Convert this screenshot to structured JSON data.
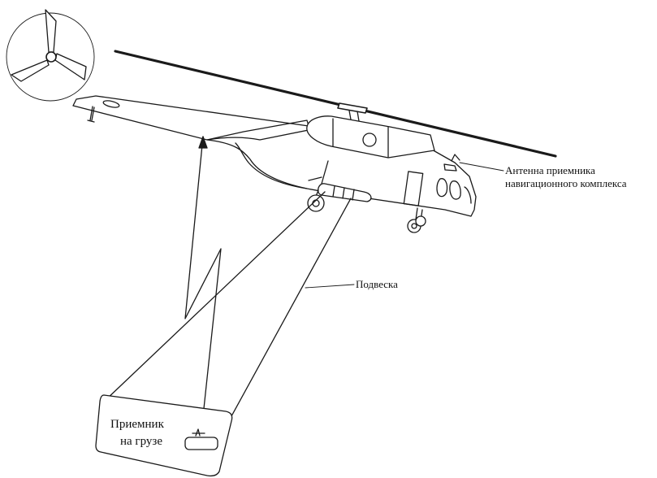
{
  "labels": {
    "antenna_line1": "Антенна приемника",
    "antenna_line2": "навигационного комплекса",
    "sling": "Подвеска",
    "receiver_line1": "Приемник",
    "receiver_line2": "на грузе"
  },
  "colors": {
    "stroke": "#1a1a1a",
    "background": "#ffffff"
  }
}
